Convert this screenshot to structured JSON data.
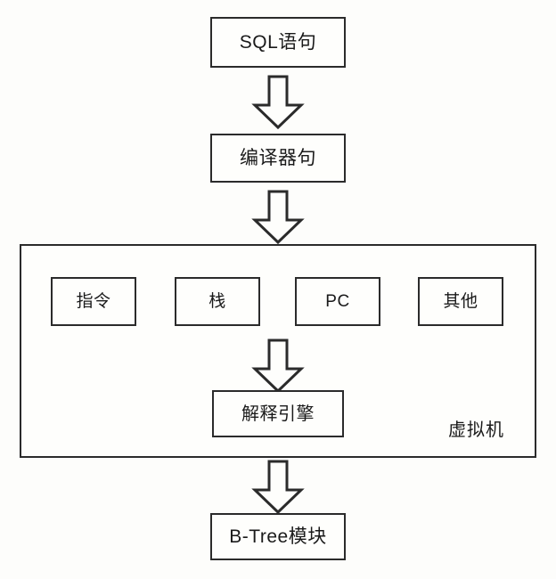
{
  "diagram": {
    "title": "SQL execution architecture flow",
    "colors": {
      "stroke": "#2b2b2b",
      "fill": "#fefefc",
      "background": "#fdfdfb",
      "text": "#1a1a1a"
    },
    "nodes": {
      "sql": {
        "label": "SQL语句"
      },
      "compiler": {
        "label": "编译器句"
      },
      "virtual_machine": {
        "caption": "虚拟机"
      },
      "instruction": {
        "label": "指令"
      },
      "stack": {
        "label": "栈"
      },
      "pc": {
        "label": "PC"
      },
      "other": {
        "label": "其他"
      },
      "engine": {
        "label": "解释引擎"
      },
      "btree": {
        "label": "B-Tree模块"
      }
    },
    "arrows": [
      {
        "name": "sql-to-compiler",
        "direction": "down",
        "icon": "block-arrow-down-icon"
      },
      {
        "name": "compiler-to-vm",
        "direction": "down",
        "icon": "block-arrow-down-icon"
      },
      {
        "name": "components-to-engine",
        "direction": "down",
        "icon": "block-arrow-down-icon"
      },
      {
        "name": "vm-to-btree",
        "direction": "down",
        "icon": "block-arrow-down-icon"
      }
    ]
  }
}
